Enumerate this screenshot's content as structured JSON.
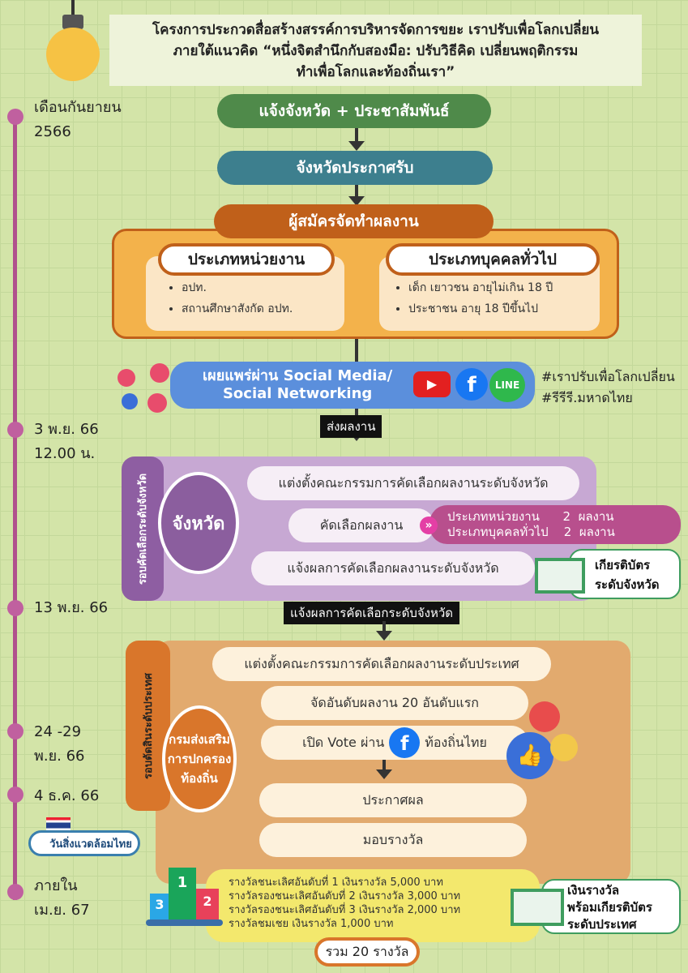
{
  "header": {
    "line1": "โครงการประกวดสื่อสร้างสรรค์การบริหารจัดการขยะ เราปรับเพื่อโลกเปลี่ยน",
    "line2": "ภายใต้แนวคิด “หนึ่งจิตสำนึกกับสองมือ: ปรับวิธีคิด เปลี่ยนพฤติกรรม",
    "line3": "ทำเพื่อโลกและท้องถิ่นเรา”"
  },
  "timeline": [
    "เดือนกันยายน 2566",
    "3 พ.ย. 66 12.00 น.",
    "13 พ.ย. 66",
    "24 -29 พ.ย. 66",
    "4 ธ.ค. 66",
    "ภายใน เม.ย. 67"
  ],
  "steps": {
    "s1": "แจ้งจังหวัด + ประชาสัมพันธ์",
    "s2": "จังหวัดประกาศรับ",
    "s3": "ผู้สมัครจัดทำผลงาน"
  },
  "categories": [
    {
      "title": "ประเภทหน่วยงาน",
      "items": [
        "อปท.",
        "สถานศึกษาสังกัด อปท."
      ]
    },
    {
      "title": "ประเภทบุคคลทั่วไป",
      "items": [
        "เด็ก เยาวชน อายุไม่เกิน 18 ปี",
        "ประชาชน อายุ 18 ปีขึ้นไป"
      ]
    }
  ],
  "social": {
    "text1": "เผยแพร่ผ่าน Social Media/",
    "text2": "Social Networking",
    "line": "LINE",
    "tags": [
      "#เราปรับเพื่อโลกเปลี่ยน",
      "#รีรีรี.มหาดไทย"
    ]
  },
  "submit": "ส่งผลงาน",
  "province": {
    "tab": "รอบคัดเลือกระดับจังหวัด",
    "circle": "จังหวัด",
    "a": "แต่งตั้งคณะกรรมการคัดเลือกผลงานระดับจังหวัด",
    "b": "คัดเลือกผลงาน",
    "r1": "ประเภทหน่วยงาน      2  ผลงาน",
    "r2": "ประเภทบุคคลทั่วไป    2  ผลงาน",
    "c": "แจ้งผลการคัดเลือกผลงานระดับจังหวัด",
    "cert1": "เกียรติบัตร",
    "cert2": "ระดับจังหวัด"
  },
  "notify": "แจ้งผลการคัดเลือกระดับจังหวัด",
  "national": {
    "tab": "รอบตัดสินระดับประเทศ",
    "circle1": "กรมส่งเสริม",
    "circle2": "การปกครอง",
    "circle3": "ท้องถิ่น",
    "a": "แต่งตั้งคณะกรรมการคัดเลือกผลงานระดับประเทศ",
    "b": "จัดอันดับผลงาน 20 อันดับแรก",
    "c1": "เปิด Vote ผ่าน",
    "c2": "ท้องถิ่นไทย",
    "d": "ประกาศผล",
    "e": "มอบรางวัล"
  },
  "envday": "วันสิ่งแวดล้อมไทย",
  "prizes": [
    "รางวัลชนะเลิศอันดับที่ 1 เงินรางวัล 5,000 บาท",
    "รางวัลรองชนะเลิศอันดับที่ 2 เงินรางวัล 3,000 บาท",
    "รางวัลรองชนะเลิศอันดับที่ 3 เงินรางวัล 2,000 บาท",
    "รางวัลชมเชย เงินรางวัล 1,000 บาท"
  ],
  "podium": [
    "1",
    "2",
    "3"
  ],
  "total": "รวม 20 รางวัล",
  "cert2": {
    "l1": "เงินรางวัล",
    "l2": "พร้อมเกียรติบัตร",
    "l3": "ระดับประเทศ"
  }
}
